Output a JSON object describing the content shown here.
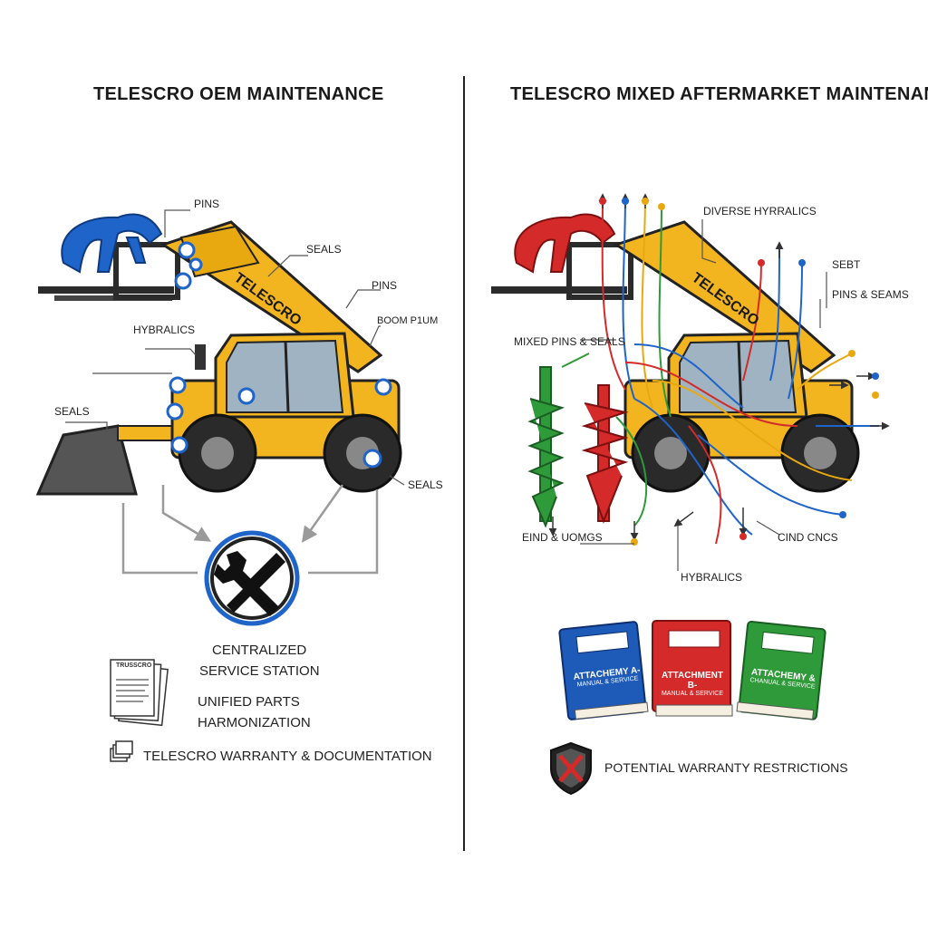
{
  "left_panel": {
    "title": "TELESCRO OEM MAINTENANCE",
    "brand_on_boom": "TELESCRO",
    "callouts": {
      "pins_top": "PINS",
      "seals_boom": "SEALS",
      "pins_mid": "PINS",
      "boom_pin": "BOOM P1UM",
      "hydraulics": "HYBRALICS",
      "seals_bucket": "SEALS",
      "seals_wheel": "SEALS"
    },
    "station_caption": [
      "CENTRALIZED",
      "SERVICE STATION"
    ],
    "parts_caption": [
      "UNIFIED PARTS",
      "HARMONIZATION"
    ],
    "doc_header": "TRUSSCRO",
    "warranty_text": "TELESCRO WARRANTY & DOCUMENTATION"
  },
  "right_panel": {
    "title": "TELESCRO MIXED AFTERMARKET MAINTENANCE",
    "brand_on_boom": "TELESCRO",
    "callouts": {
      "diverse_hydraulics": "DIVERSE HYRRALICS",
      "sebt": "SEBT",
      "pins_seams": "PINS & SEAMS",
      "mixed_pins_seals": "MIXED PINS & SEALS",
      "eind_uomgs": "EIND & UOMGS",
      "cind_cncs": "CIND CNCS",
      "hydraulics": "HYBRALICS"
    },
    "manuals": [
      {
        "title": "ATTACHEMY A-",
        "subtitle": "MANUAL & SERVICE",
        "color": "#1e5bb8"
      },
      {
        "title": "ATTACHMENT B-",
        "subtitle": "MANUAL & SERVICE",
        "color": "#d42a2a"
      },
      {
        "title": "ATTACHEMY &",
        "subtitle": "CHANUAL & SERVICE",
        "color": "#2f9a3a"
      }
    ],
    "warranty_text": "POTENTIAL WARRANTY RESTRICTIONS"
  },
  "colors": {
    "machine_yellow": "#f2b51f",
    "oem_blue": "#1f64c8",
    "aftermarket_red": "#d42a2a",
    "aftermarket_green": "#2f9a3a"
  },
  "icons": {
    "service_station": "wrench-screwdriver-icon",
    "warranty_docs": "document-stack-icon",
    "warranty_restriction": "broken-shield-icon"
  }
}
